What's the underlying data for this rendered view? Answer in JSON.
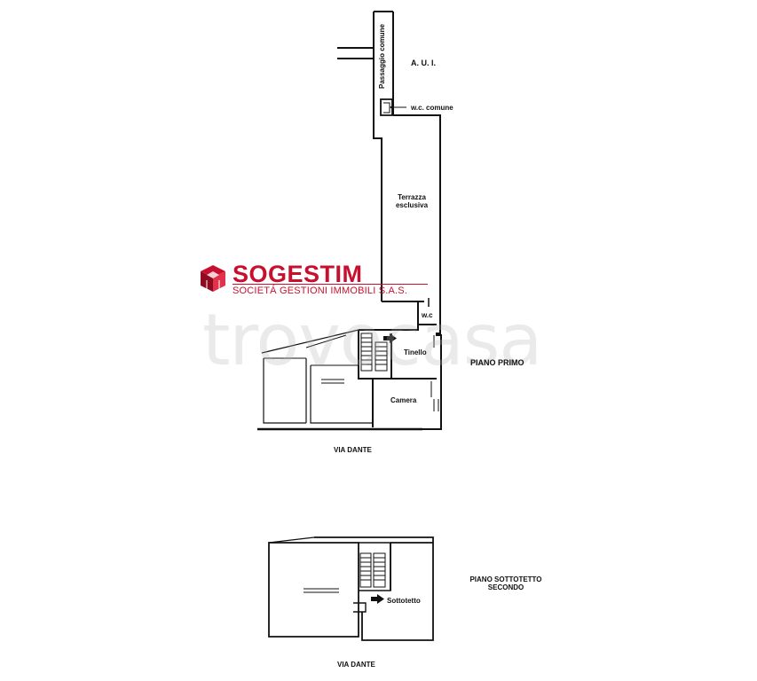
{
  "logo": {
    "name": "SOGESTIM",
    "subtitle": "SOCIETÁ GESTIONI IMMOBILI S.A.S.",
    "color": "#c8102e"
  },
  "watermark": "trovocasa",
  "first_floor": {
    "rooms": {
      "passage": "Passaggio comune",
      "aui": "A. U. I.",
      "wc_common": "w.c. comune",
      "terrace_line1": "Terrazza",
      "terrace_line2": "esclusiva",
      "wc": "w.c",
      "tinello": "Tinello",
      "camera": "Camera"
    },
    "floor_label": "PIANO PRIMO",
    "street": "VIA DANTE"
  },
  "attic_floor": {
    "rooms": {
      "sottotetto": "Sottotetto"
    },
    "floor_label_line1": "PIANO SOTTOTETTO",
    "floor_label_line2": "SECONDO",
    "street": "VIA DANTE"
  }
}
